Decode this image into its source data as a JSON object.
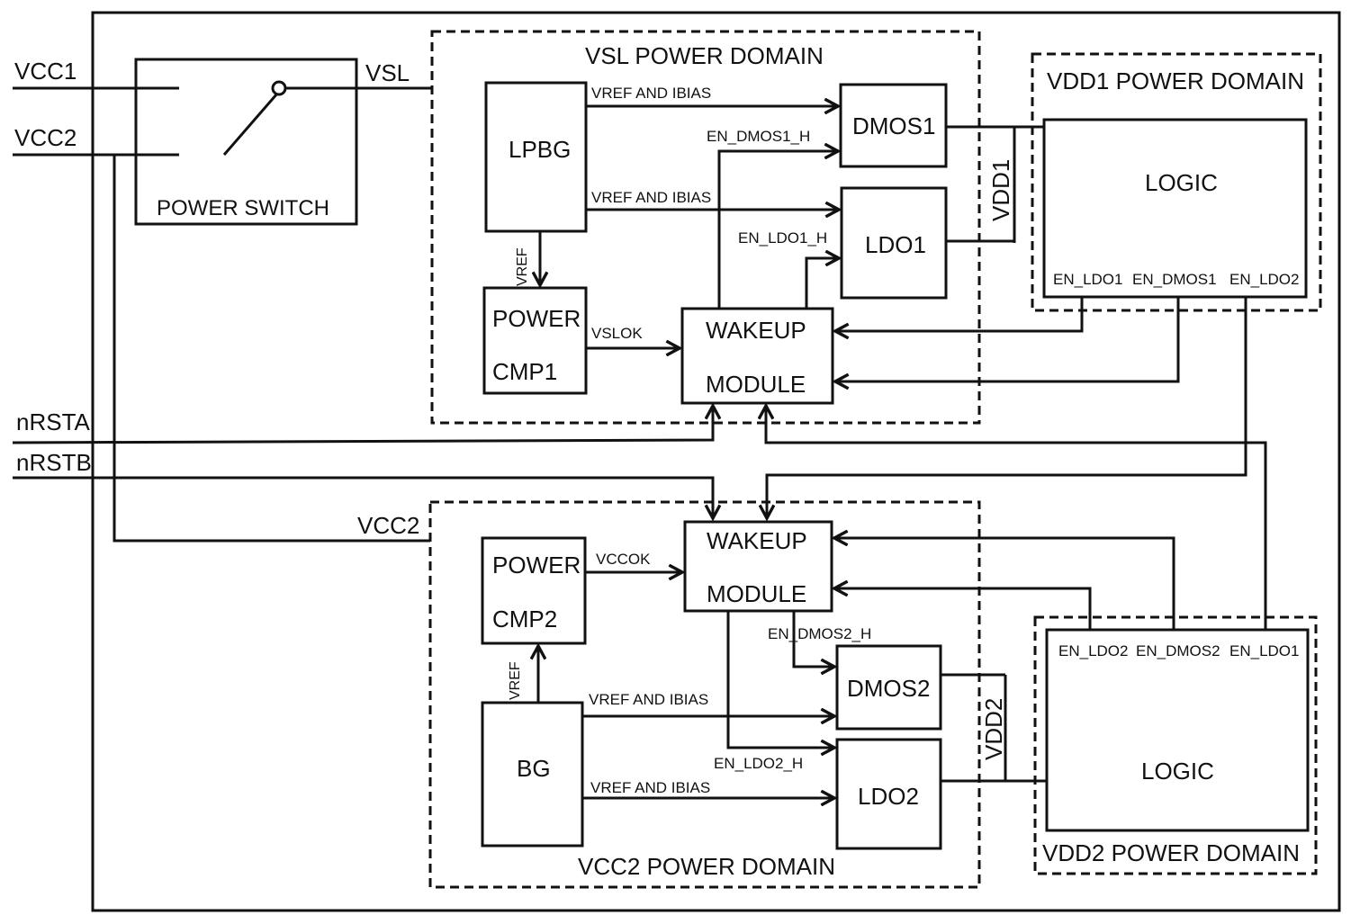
{
  "pins": {
    "vcc1": "VCC1",
    "vcc2": "VCC2",
    "nrsta": "nRSTA",
    "nrstb": "nRSTB"
  },
  "power_switch": {
    "label": "POWER SWITCH",
    "out": "VSL"
  },
  "vsl_domain": {
    "title": "VSL POWER DOMAIN",
    "lpbg": "LPBG",
    "dmos1": "DMOS1",
    "ldo1": "LDO1",
    "power_cmp1": [
      "POWER",
      "CMP1"
    ],
    "wakeup": [
      "WAKEUP",
      "MODULE"
    ],
    "sig_vref_ibias_1": "VREF AND IBIAS",
    "sig_vref_ibias_2": "VREF AND IBIAS",
    "sig_en_dmos1_h": "EN_DMOS1_H",
    "sig_en_ldo1_h": "EN_LDO1_H",
    "sig_vref": "VREF",
    "sig_vslok": "VSLOK"
  },
  "vdd1_domain": {
    "title": "VDD1 POWER DOMAIN",
    "rail": "VDD1",
    "logic": "LOGIC",
    "pins": [
      "EN_LDO1",
      "EN_DMOS1",
      "EN_LDO2"
    ]
  },
  "vcc2_domain": {
    "title": "VCC2 POWER DOMAIN",
    "supply": "VCC2",
    "power_cmp2": [
      "POWER",
      "CMP2"
    ],
    "wakeup": [
      "WAKEUP",
      "MODULE"
    ],
    "bg": "BG",
    "dmos2": "DMOS2",
    "ldo2": "LDO2",
    "sig_vccok": "VCCOK",
    "sig_vref": "VREF",
    "sig_vref_ibias_1": "VREF AND IBIAS",
    "sig_vref_ibias_2": "VREF AND IBIAS",
    "sig_en_dmos2_h": "EN_DMOS2_H",
    "sig_en_ldo2_h": "EN_LDO2_H"
  },
  "vdd2_domain": {
    "title": "VDD2 POWER DOMAIN",
    "rail": "VDD2",
    "logic": "LOGIC",
    "pins": [
      "EN_LDO2",
      "EN_DMOS2",
      "EN_LDO1"
    ]
  }
}
